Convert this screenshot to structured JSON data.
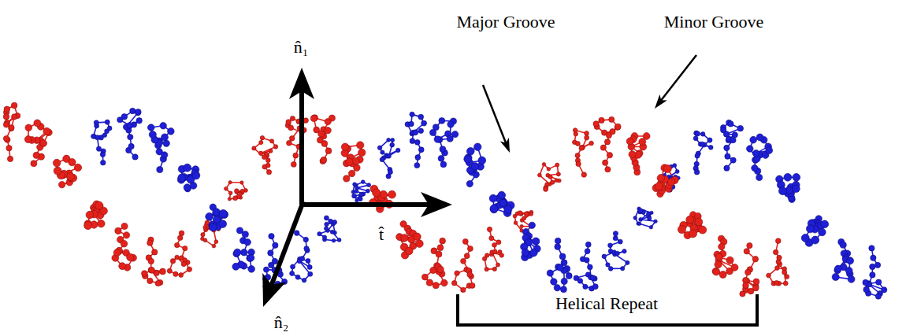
{
  "diagram": {
    "labels": [
      "n̂₁",
      "t̂",
      "n̂₂",
      "Major Groove",
      "Minor Groove",
      "Helical Repeat"
    ]
  }
}
